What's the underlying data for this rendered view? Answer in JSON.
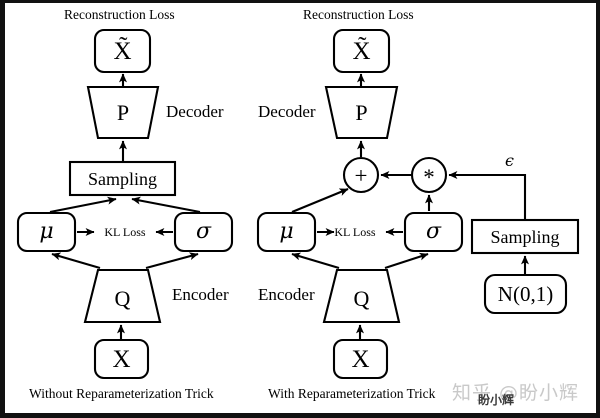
{
  "figure": {
    "title_left": "Without Reparameterization Trick",
    "title_right": "With Reparameterization Trick",
    "background": "#ffffff",
    "stroke": "#000000"
  },
  "labels": {
    "reconstruction_loss": "Reconstruction Loss",
    "decoder": "Decoder",
    "encoder": "Encoder",
    "kl_loss": "KL Loss",
    "epsilon": "ϵ"
  },
  "nodes": {
    "x_tilde": "X̃",
    "p": "P",
    "q": "Q",
    "x": "X",
    "mu": "μ",
    "sigma": "σ",
    "sampling": "Sampling",
    "normal": "N(0,1)",
    "plus": "+",
    "times": "*"
  },
  "left_panel": {
    "caption": "Without Reparameterization Trick",
    "recon_loss": "Reconstruction Loss",
    "decoder_label": "Decoder",
    "encoder_label": "Encoder",
    "kl_loss": "KL Loss",
    "x_tilde": "X̃",
    "p": "P",
    "sampling": "Sampling",
    "mu": "μ",
    "sigma": "σ",
    "q": "Q",
    "x": "X"
  },
  "right_panel": {
    "caption": "With Reparameterization Trick",
    "recon_loss": "Reconstruction Loss",
    "decoder_label": "Decoder",
    "encoder_label": "Encoder",
    "kl_loss": "KL Loss",
    "x_tilde": "X̃",
    "p": "P",
    "plus": "+",
    "times": "*",
    "epsilon": "ϵ",
    "mu": "μ",
    "sigma": "σ",
    "sampling": "Sampling",
    "normal": "N(0,1)",
    "q": "Q",
    "x": "X"
  },
  "watermark": {
    "main": "知乎 @盼小辉",
    "sub": "盼小辉"
  }
}
